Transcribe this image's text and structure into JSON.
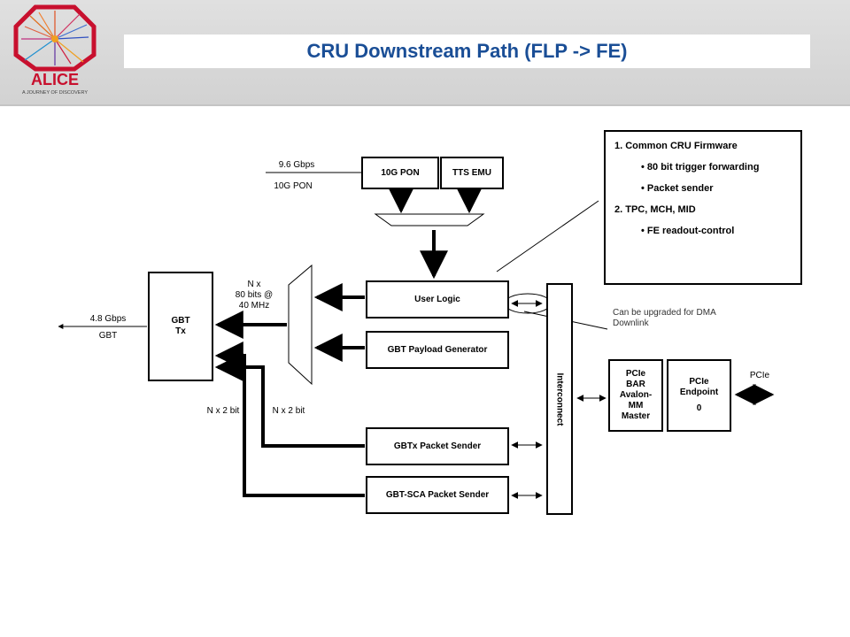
{
  "header": {
    "title": "CRU Downstream Path (FLP -> FE)",
    "logo_text": "ALICE",
    "logo_tagline": "A JOURNEY OF DISCOVERY"
  },
  "blocks": {
    "pon": "10G PON",
    "ttsemu": "TTS EMU",
    "user_logic": "User Logic",
    "gbt_payload": "GBT Payload Generator",
    "gbtx_sender": "GBTx Packet Sender",
    "gbt_sca_sender": "GBT-SCA Packet Sender",
    "gbt_tx_line1": "GBT",
    "gbt_tx_line2": "Tx",
    "interconnect": "Interconnect",
    "pcie_bar": [
      "PCIe",
      "BAR",
      "Avalon-",
      "MM",
      "Master"
    ],
    "pcie_endpoint": [
      "PCIe",
      "Endpoint",
      "0"
    ]
  },
  "labels": {
    "pon_rate": "9.6 Gbps",
    "pon_name": "10G PON",
    "gbt_rate": "4.8 Gbps",
    "gbt_name": "GBT",
    "mux_in": [
      "N x",
      "80 bits @",
      "40 MHz"
    ],
    "nx2_left": "N x 2 bit",
    "nx2_right": "N x 2 bit",
    "dma_note": [
      "Can be upgraded for DMA",
      "Downlink"
    ],
    "pcie": "PCIe"
  },
  "notes": [
    "1. Common CRU Firmware",
    "• 80 bit trigger forwarding",
    "• Packet sender",
    "2. TPC, MCH, MID",
    "• FE readout-control"
  ],
  "colors": {
    "title": "#1a4e96",
    "logo_red": "#c8102e",
    "header_bg": "#d8d8d8"
  }
}
